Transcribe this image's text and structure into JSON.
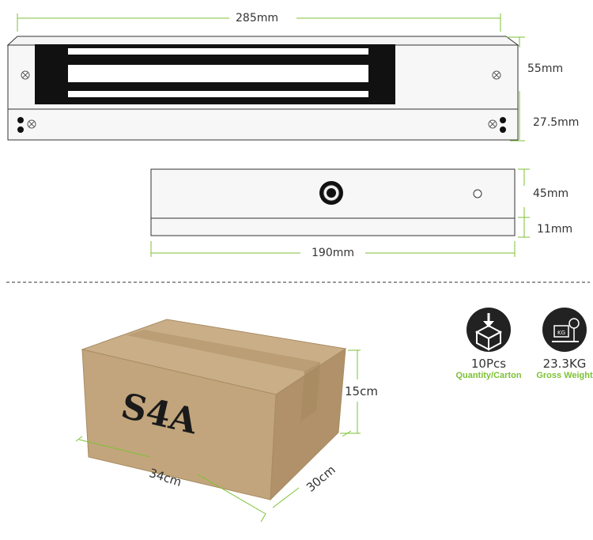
{
  "magnet": {
    "length": "285mm",
    "height": "55mm",
    "depth": "27.5mm"
  },
  "armature": {
    "height": "45mm",
    "depth": "11mm",
    "length": "190mm"
  },
  "carton": {
    "marking": "S4A",
    "height": "15cm",
    "length": "34cm",
    "width": "30cm"
  },
  "badges": [
    {
      "icon": "box-icon",
      "value": "10Pcs",
      "caption": "Quantity/Carton"
    },
    {
      "icon": "scale-icon",
      "value": "23.3KG",
      "caption": "Gross Weight"
    }
  ],
  "colors": {
    "dimension_line": "#7cc234",
    "carton": "#c2a57c",
    "icon_circle": "#222222"
  }
}
